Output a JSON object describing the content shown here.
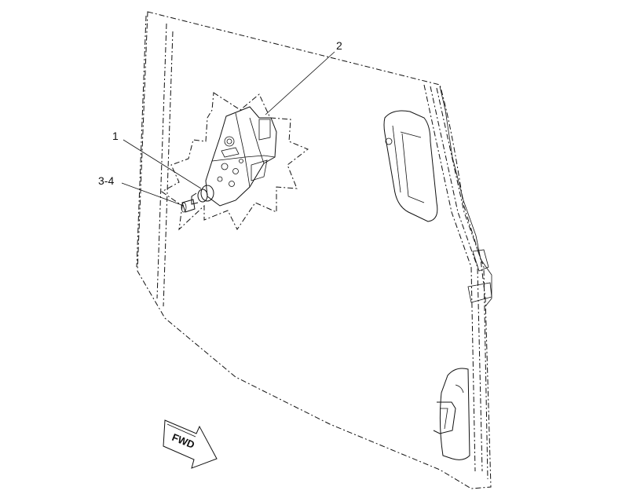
{
  "callouts": {
    "c1": "1",
    "c2": "2",
    "c34": "3-4"
  },
  "direction_arrow": {
    "label": "FWD",
    "icon": "forward-arrow-icon"
  },
  "colors": {
    "line": "#111111",
    "background": "#ffffff"
  }
}
